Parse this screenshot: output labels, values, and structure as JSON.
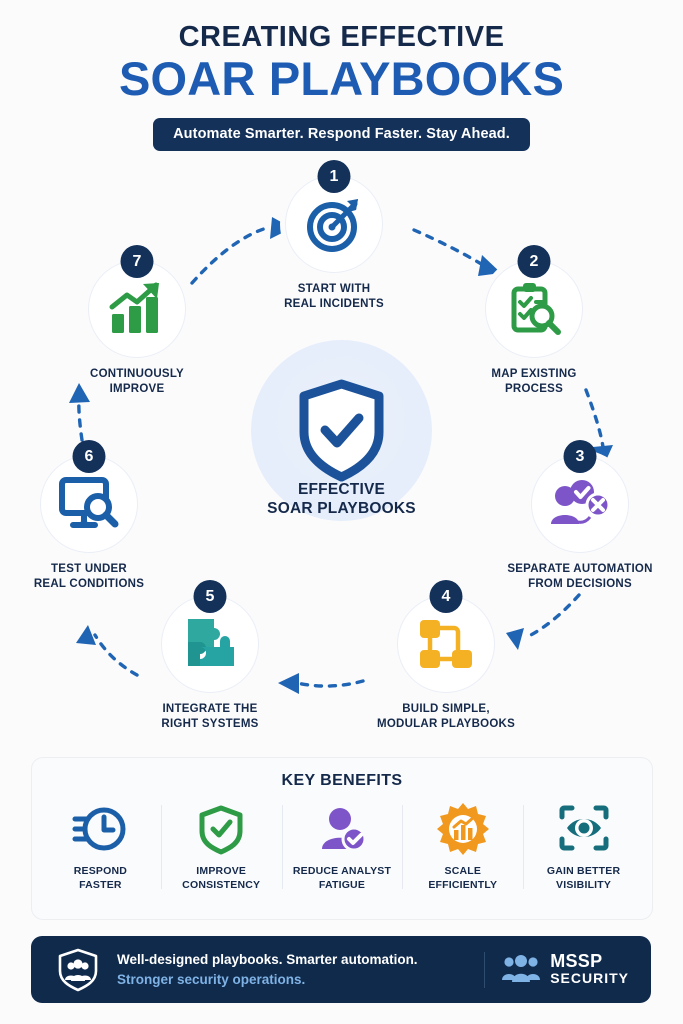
{
  "header": {
    "title_top": "CREATING EFFECTIVE",
    "title_main": "SOAR PLAYBOOKS",
    "subtitle": "Automate Smarter. Respond Faster. Stay Ahead."
  },
  "center": {
    "icon": "shield-check-icon",
    "label_line1": "EFFECTIVE",
    "label_line2": "SOAR PLAYBOOKS"
  },
  "cycle": {
    "steps": [
      {
        "number": "1",
        "icon": "target-arrow-icon",
        "color": "#1b5fa8",
        "line1": "START WITH",
        "line2": "REAL INCIDENTS"
      },
      {
        "number": "2",
        "icon": "clipboard-search-icon",
        "color": "#2e9b46",
        "line1": "MAP EXISTING",
        "line2": "PROCESS"
      },
      {
        "number": "3",
        "icon": "person-approve-reject-icon",
        "color": "#7e55c9",
        "line1": "SEPARATE AUTOMATION",
        "line2": "FROM DECISIONS"
      },
      {
        "number": "4",
        "icon": "flowchart-nodes-icon",
        "color": "#f5b124",
        "line1": "BUILD SIMPLE,",
        "line2": "MODULAR PLAYBOOKS"
      },
      {
        "number": "5",
        "icon": "puzzle-pieces-icon",
        "color": "#26a4a4",
        "line1": "INTEGRATE THE",
        "line2": "RIGHT SYSTEMS"
      },
      {
        "number": "6",
        "icon": "monitor-search-icon",
        "color": "#1b5fa8",
        "line1": "TEST UNDER",
        "line2": "REAL CONDITIONS"
      },
      {
        "number": "7",
        "icon": "growth-chart-icon",
        "color": "#2e9b46",
        "line1": "CONTINUOUSLY",
        "line2": "IMPROVE"
      }
    ],
    "arrow_color": "#2064b4"
  },
  "benefits": {
    "title": "KEY BENEFITS",
    "items": [
      {
        "icon": "fast-clock-icon",
        "color": "#1b5fa8",
        "line1": "RESPOND",
        "line2": "FASTER"
      },
      {
        "icon": "shield-check-icon",
        "color": "#2e9b46",
        "line1": "IMPROVE",
        "line2": "CONSISTENCY"
      },
      {
        "icon": "person-check-icon",
        "color": "#7e55c9",
        "line1": "REDUCE ANALYST",
        "line2": "FATIGUE"
      },
      {
        "icon": "gear-chart-icon",
        "color": "#f1981f",
        "line1": "SCALE",
        "line2": "EFFICIENTLY"
      },
      {
        "icon": "eye-focus-icon",
        "color": "#166e7d",
        "line1": "GAIN BETTER",
        "line2": "VISIBILITY"
      }
    ]
  },
  "footer": {
    "icon": "shield-people-icon",
    "line1": "Well-designed playbooks. Smarter automation.",
    "line2": "Stronger security operations.",
    "brand_icon": "people-group-icon",
    "brand_name": "MSSP",
    "brand_sub": "SECURITY",
    "background": "#102a4c",
    "accent": "#7fb2e5"
  }
}
